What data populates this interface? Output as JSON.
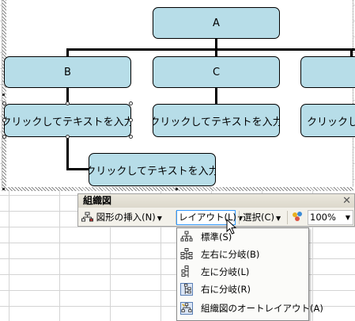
{
  "chart": {
    "root": "A",
    "children": [
      "B",
      "C"
    ],
    "placeholder": "クリックしてテキストを入力",
    "placeholder_cut": "クリックして"
  },
  "toolbar": {
    "title": "組織図",
    "close_glyph": "✕",
    "insert_shape_label": "図形の挿入(N)",
    "layout_label": "レイアウト(L)",
    "select_label": "選択(C)",
    "zoom_value": "100%"
  },
  "layout_menu": {
    "items": [
      {
        "label": "標準(S)",
        "icon": "org-standard-icon"
      },
      {
        "label": "左右に分岐(B)",
        "icon": "org-both-hanging-icon"
      },
      {
        "label": "左に分岐(L)",
        "icon": "org-left-hanging-icon"
      },
      {
        "label": "右に分岐(R)",
        "icon": "org-right-hanging-icon"
      },
      {
        "label": "組織図のオートレイアウト(A)",
        "icon": "org-autolayout-icon"
      }
    ]
  },
  "colors": {
    "node_fill": "#b7dde8",
    "selection": "#3399ff"
  }
}
